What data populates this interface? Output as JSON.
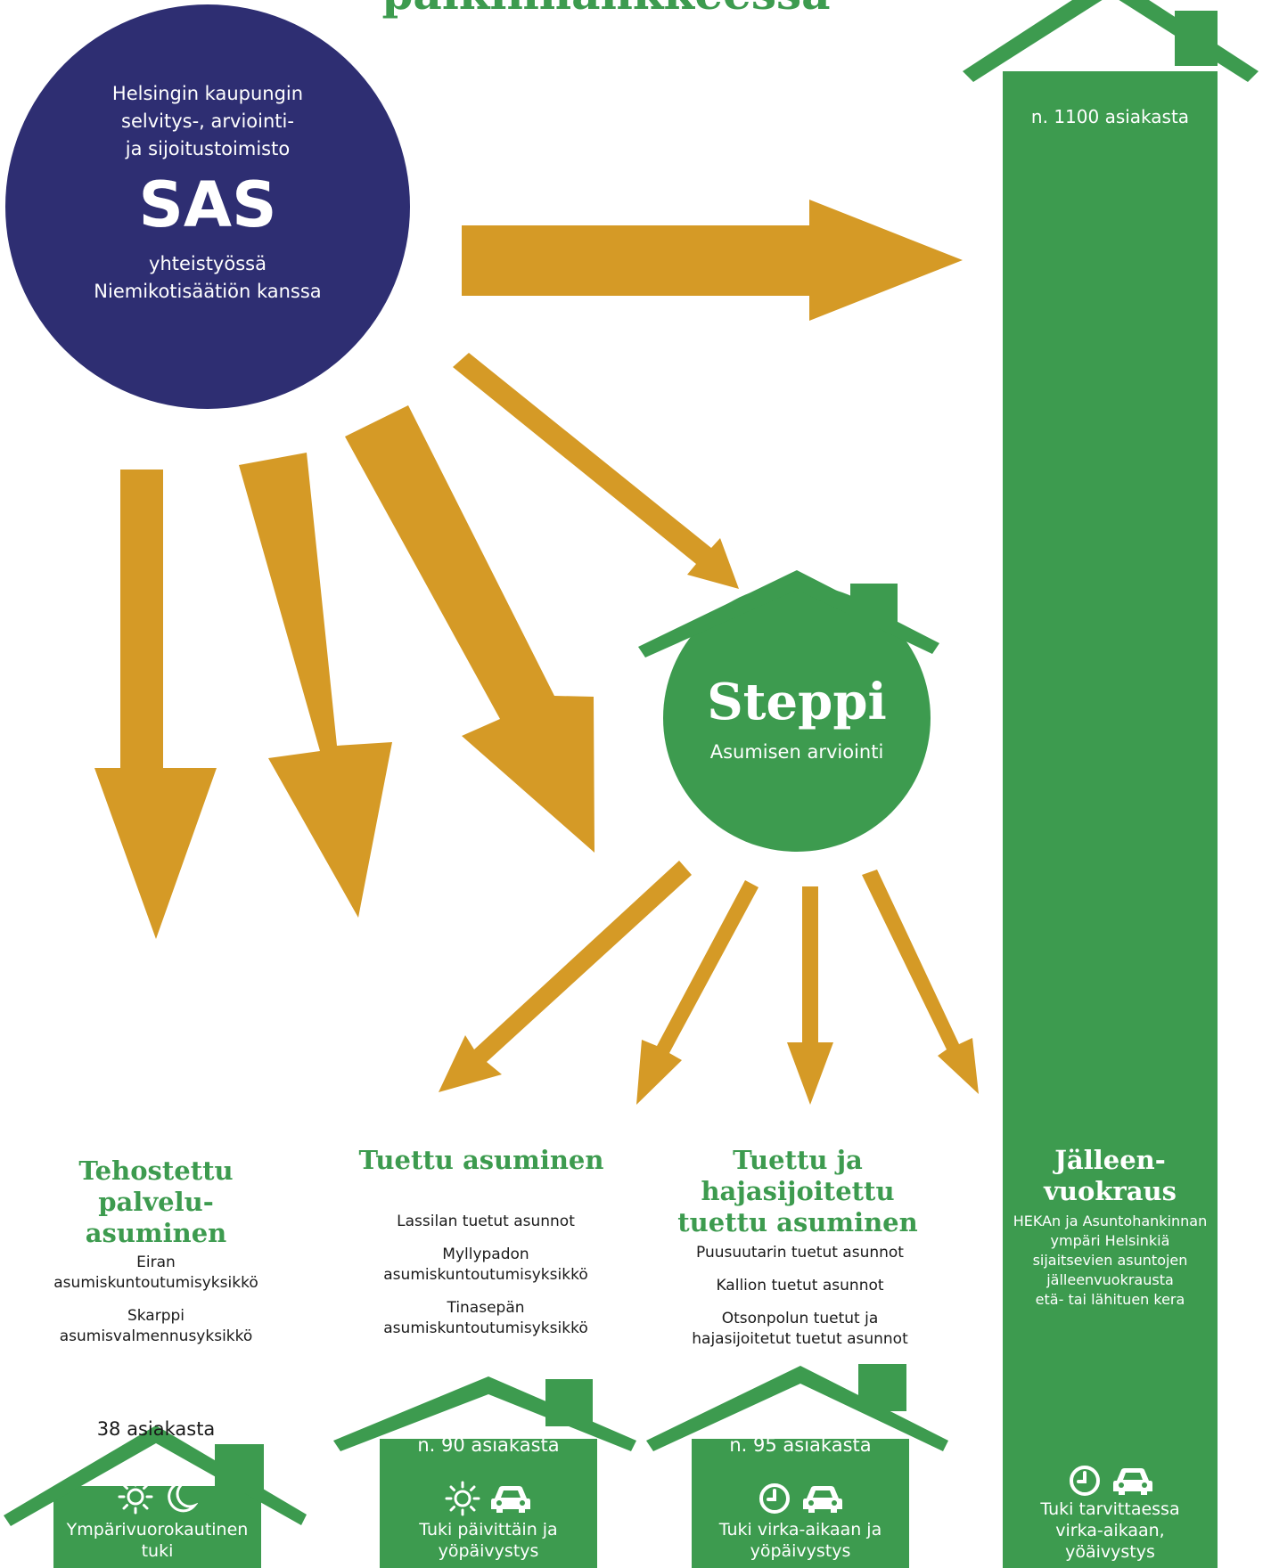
{
  "header": {
    "title_fragment": "palkinhankkeessa"
  },
  "sas": {
    "line1": "Helsingin kaupungin",
    "line2": "selvitys-, arviointi-",
    "line3": "ja sijoitustoimisto",
    "acronym": "SAS",
    "line4": "yhteistyössä",
    "line5": "Niemikotisäätiön kanssa"
  },
  "steppi": {
    "title": "Steppi",
    "subtitle": "Asumisen arviointi"
  },
  "columns": {
    "tehostettu": {
      "title": [
        "Tehostettu",
        "palvelu-",
        "asuminen"
      ],
      "units": [
        "Eiran asumiskuntoutumisyksikkö",
        "Skarppi asumisvalmennusyksikkö"
      ],
      "count": "38 asiakasta",
      "support": "Ympärivuorokautinen tuki",
      "icons": [
        "sun-icon",
        "moon-icon"
      ]
    },
    "tuettu": {
      "title": [
        "Tuettu asuminen"
      ],
      "units": [
        "Lassilan tuetut asunnot",
        "Myllypadon asumiskuntoutumisyksikkö",
        "Tinasepän asumiskuntoutumisyksikkö"
      ],
      "count": "n. 90 asiakasta",
      "support": "Tuki päivittäin ja yöpäivystys",
      "icons": [
        "sun-icon",
        "car-icon"
      ]
    },
    "hajasijoitettu": {
      "title": [
        "Tuettu ja",
        "hajasijoitettu",
        "tuettu asuminen"
      ],
      "units": [
        "Puusuutarin tuetut asunnot",
        "Kallion tuetut asunnot",
        "Otsonpolun tuetut ja hajasijoitetut tuetut asunnot"
      ],
      "count": "n. 95 asiakasta",
      "support": "Tuki virka-aikaan ja yöpäivystys",
      "icons": [
        "clock-icon",
        "car-icon"
      ]
    },
    "jalleenvuokraus": {
      "title": [
        "Jälleen-",
        "vuokraus"
      ],
      "description": [
        "HEKAn ja Asuntohankinnan",
        "ympäri Helsinkiä",
        "sijaitsevien asuntojen",
        "jälleenvuokrausta",
        "etä- tai lähituen kera"
      ],
      "count": "n. 1100 asiakasta",
      "support": [
        "Tuki tarvittaessa",
        "virka-aikaan,",
        "yöäivystys"
      ],
      "icons": [
        "clock-icon",
        "car-icon"
      ]
    }
  },
  "colors": {
    "navy": "#2e2e72",
    "green": "#3d9b4f",
    "arrow": "#d59a26"
  }
}
